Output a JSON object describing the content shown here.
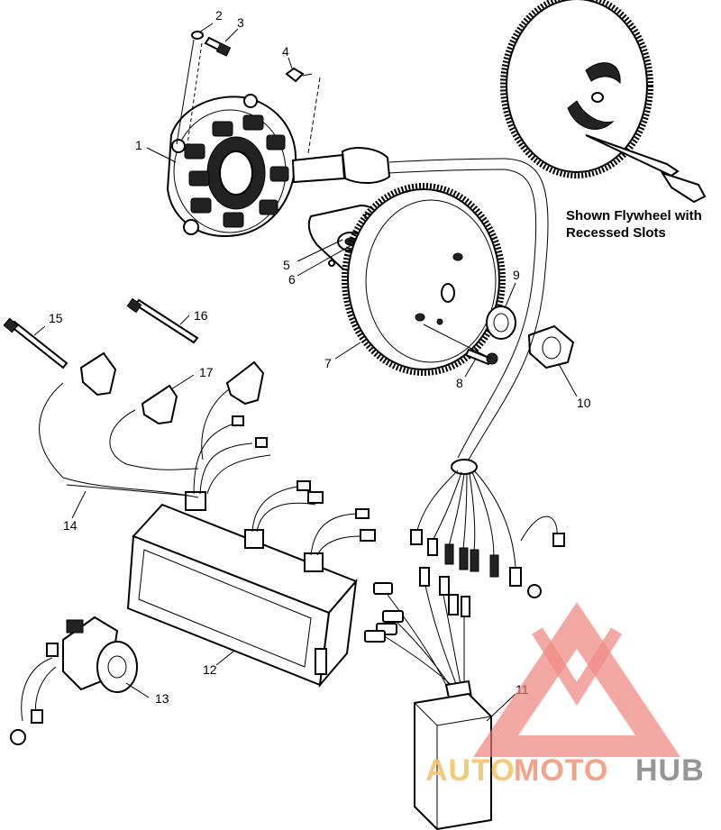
{
  "diagram": {
    "callouts": [
      {
        "id": "1",
        "label": "1"
      },
      {
        "id": "2",
        "label": "2"
      },
      {
        "id": "3",
        "label": "3"
      },
      {
        "id": "4",
        "label": "4"
      },
      {
        "id": "5",
        "label": "5"
      },
      {
        "id": "6",
        "label": "6"
      },
      {
        "id": "7",
        "label": "7"
      },
      {
        "id": "8",
        "label": "8"
      },
      {
        "id": "9",
        "label": "9"
      },
      {
        "id": "10",
        "label": "10"
      },
      {
        "id": "11",
        "label": "11"
      },
      {
        "id": "12",
        "label": "12"
      },
      {
        "id": "13",
        "label": "13"
      },
      {
        "id": "14",
        "label": "14"
      },
      {
        "id": "15",
        "label": "15"
      },
      {
        "id": "16",
        "label": "16"
      },
      {
        "id": "17",
        "label": "17"
      }
    ],
    "note_line1": "Shown Flywheel with",
    "note_line2": "Recessed Slots"
  },
  "watermark": {
    "part1": "AUTO",
    "part2": "MOTO",
    "part3": "HUB",
    "colors": {
      "auto": "#f6c36b",
      "moto": "#f29a7c",
      "hub": "#8b8b8b",
      "logo": "#ef7f7a"
    }
  }
}
